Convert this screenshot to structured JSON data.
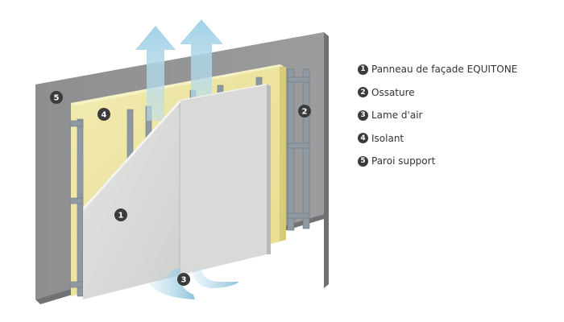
{
  "legend": {
    "items": [
      {
        "num": "1",
        "label": "Panneau de façade EQUITONE"
      },
      {
        "num": "2",
        "label": "Ossature"
      },
      {
        "num": "3",
        "label": "Lame d'air"
      },
      {
        "num": "4",
        "label": "Isolant"
      },
      {
        "num": "5",
        "label": "Paroi support"
      }
    ]
  },
  "callouts": {
    "panel": "1",
    "frame": "2",
    "air_gap": "3",
    "insulation": "4",
    "wall": "5"
  },
  "colors": {
    "wall_front": "#8f9193",
    "wall_top": "#b4b6b8",
    "wall_side": "#6f7173",
    "insulation": "#efe7a6",
    "panel": "#dcdcd9",
    "rail": "#8f9aa3",
    "arrow": "#a7d3e6",
    "badge": "#3b3b3b"
  }
}
